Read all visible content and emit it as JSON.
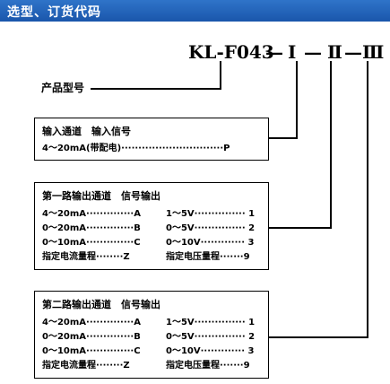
{
  "header": {
    "title": "选型、订货代码"
  },
  "model_code": {
    "prefix": "KL-F043",
    "dash": "—",
    "seg1": "Ⅰ",
    "seg2": "Ⅱ",
    "seg3": "Ⅲ"
  },
  "product_label": "产品型号",
  "input_box": {
    "title": "输入通道　输入信号",
    "row": "4～20mA(带配电)······························P"
  },
  "output1_box": {
    "title": "第一路输出通道　信号输出",
    "left": [
      "4～20mA··············A",
      "0～20mA··············B",
      "0～10mA··············C",
      "指定电流量程········Z"
    ],
    "right": [
      "1～5V··············· 1",
      "0～5V··············· 2",
      "0～10V············· 3",
      "指定电压量程·······9"
    ]
  },
  "output2_box": {
    "title": "第二路输出通道　信号输出",
    "left": [
      "4～20mA··············A",
      "0～20mA··············B",
      "0～10mA··············C",
      "指定电流量程········Z"
    ],
    "right": [
      "1～5V··············· 1",
      "0～5V··············· 2",
      "0～10V············· 3",
      "指定电压量程·······9"
    ]
  }
}
